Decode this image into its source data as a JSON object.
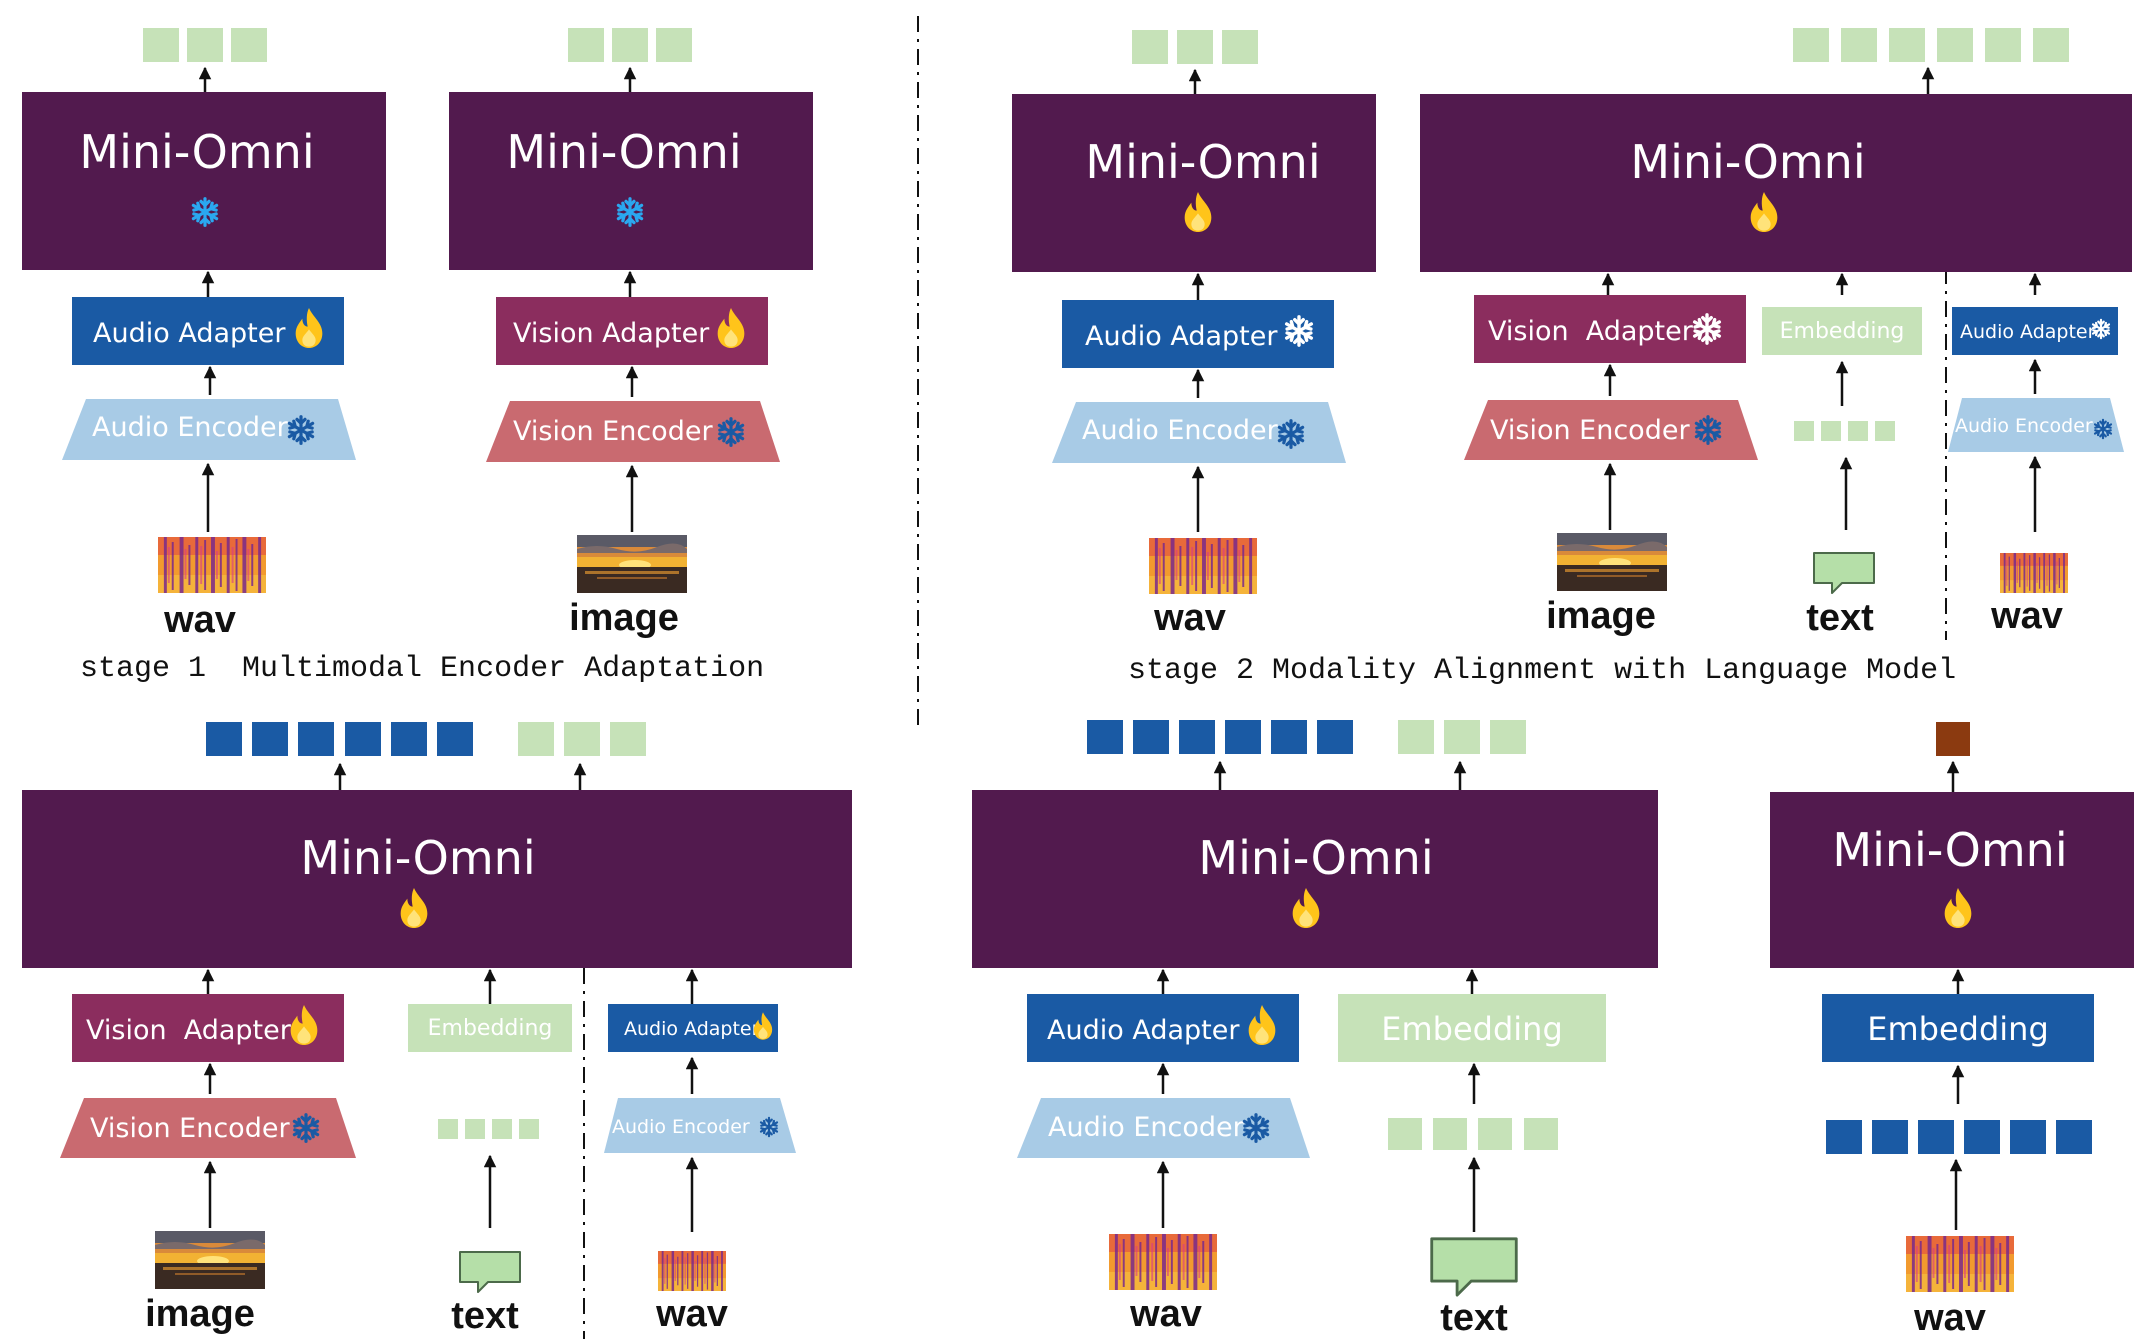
{
  "model": {
    "name": "Mini-Omni"
  },
  "blocks": {
    "audio_adapter": "Audio Adapter",
    "audio_encoder": "Audio Encoder",
    "vision_adapter": "Vision Adapter",
    "vision_adapter_spaced": "Vision  Adapter",
    "vision_encoder": "Vision Encoder",
    "embedding": "Embedding"
  },
  "inputs": {
    "wav": "wav",
    "image": "image",
    "text": "text"
  },
  "stages": {
    "stage1": "stage 1  Multimodal Encoder Adaptation",
    "stage2": "stage 2 Modality Alignment with Language Model"
  },
  "colors": {
    "mini_omni": "#521a4e",
    "audio_adapter": "#1a5aa4",
    "audio_encoder": "#a8cbe6",
    "vision_adapter": "#8b2d5e",
    "vision_encoder": "#c96a70",
    "embedding_light": "#c6e2b8",
    "embedding_dark": "#1a5aa4",
    "token_green": "#c6e2b8",
    "token_blue": "#1a5aa4",
    "token_brown": "#8b3a10"
  },
  "icons": {
    "frozen": "snowflake-icon",
    "trainable": "flame-icon"
  }
}
